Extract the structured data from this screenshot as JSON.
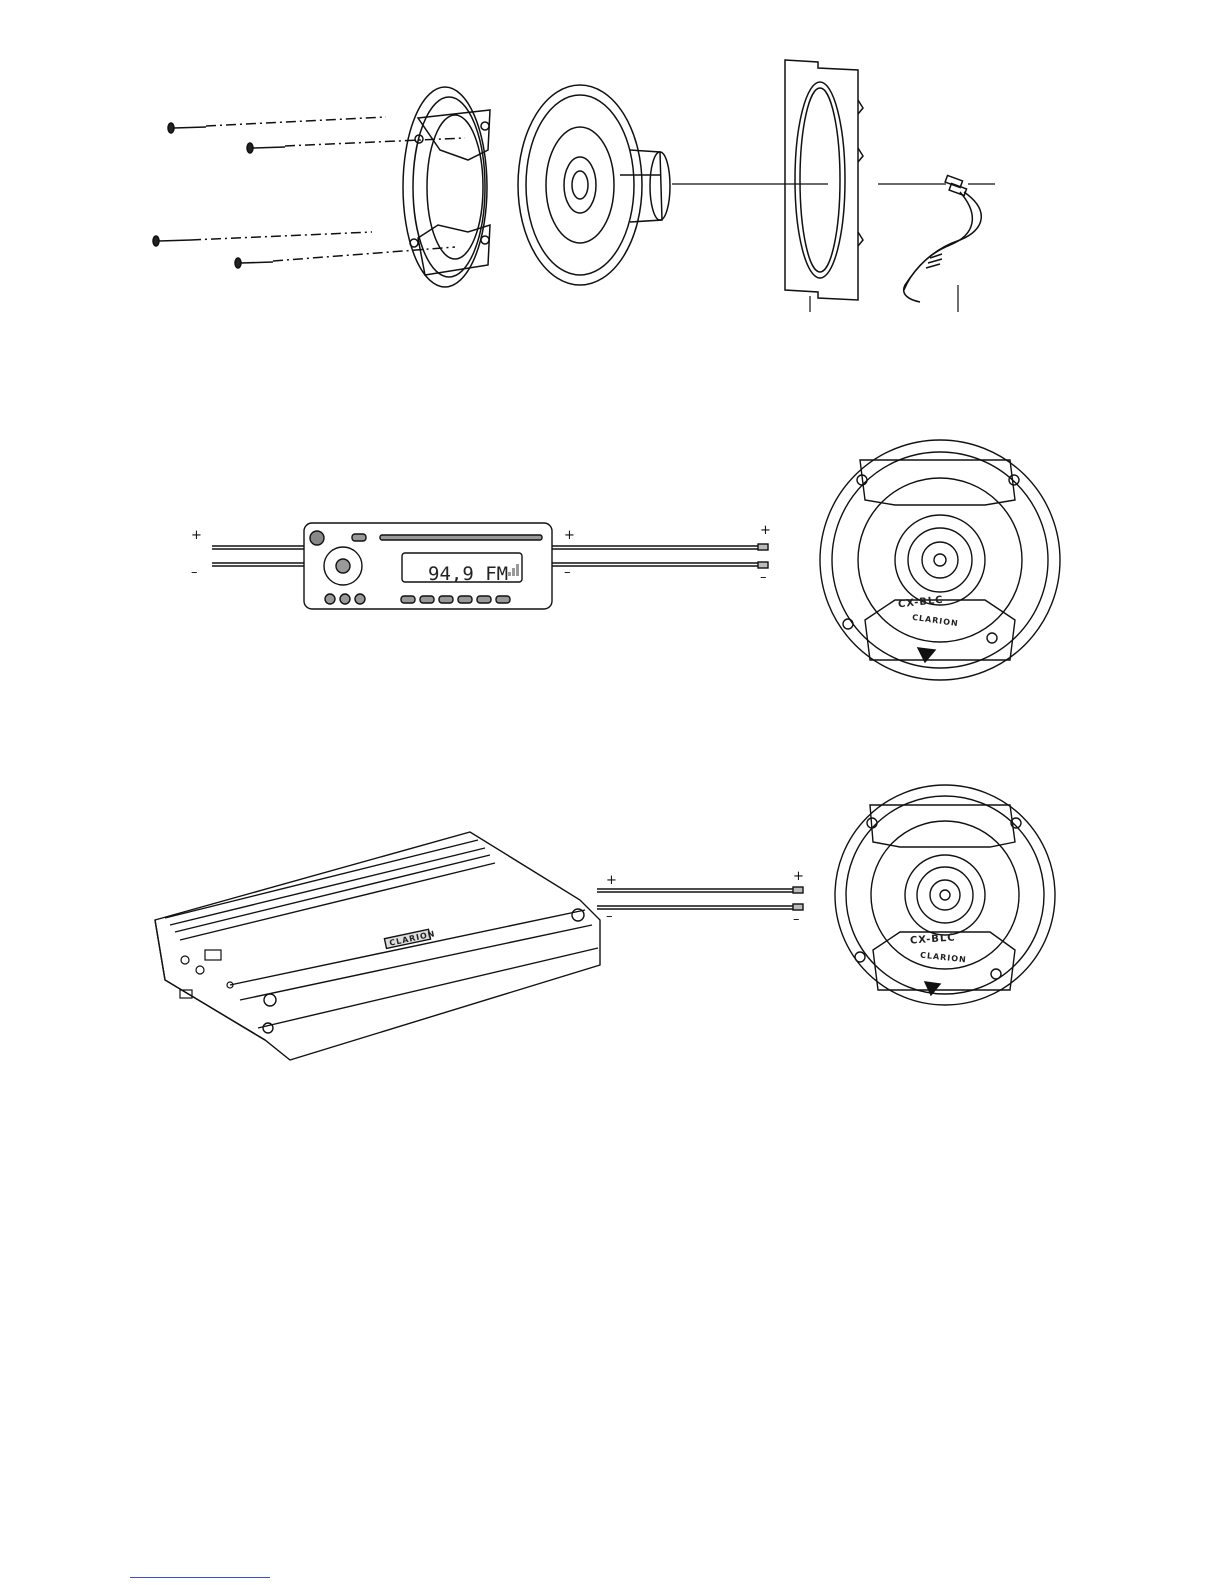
{
  "diagram_exploded": {
    "parts": [
      "screw",
      "grille",
      "speaker",
      "mounting-adapter",
      "wire-harness"
    ]
  },
  "diagram_headunit": {
    "display_text": "94,9 FM",
    "left_plus": "+",
    "left_minus": "–",
    "mid_plus": "+",
    "mid_minus": "–",
    "right_plus": "+",
    "right_minus": "–",
    "speaker_brand_top": "CX-BLC",
    "speaker_brand_bottom": "CLARION"
  },
  "diagram_amplifier": {
    "amp_badge": "CLARION",
    "left_plus": "+",
    "left_minus": "–",
    "right_plus": "+",
    "right_minus": "–",
    "speaker_brand_top": "CX-BLC",
    "speaker_brand_bottom": "CLARION"
  }
}
